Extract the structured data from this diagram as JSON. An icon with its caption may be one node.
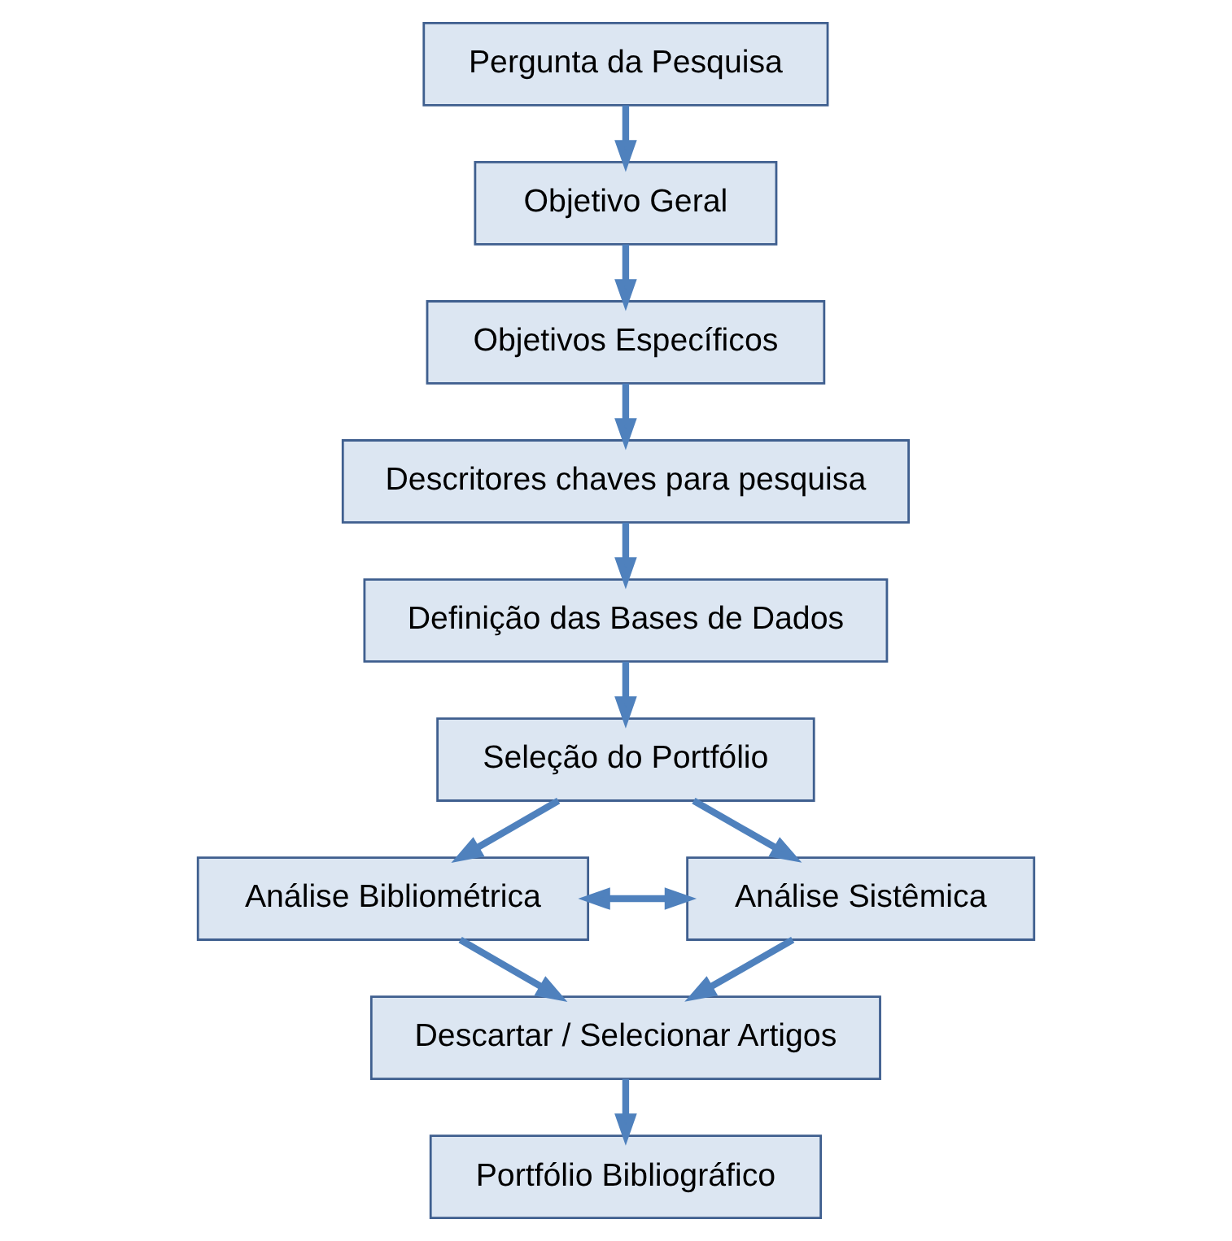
{
  "diagram": {
    "nodes": [
      {
        "text": [
          "Pergunta da Pesquisa"
        ]
      },
      {
        "text": [
          "Objetivo Geral"
        ]
      },
      {
        "text": [
          "Objetivos Específicos"
        ]
      },
      {
        "text": [
          "Descritores chaves para pesquisa"
        ]
      },
      {
        "text": [
          "Definição das Bases de Dados"
        ]
      },
      {
        "text": [
          "Seleção do Portfólio"
        ]
      },
      {
        "text": [
          "Análise Bibliométrica"
        ]
      },
      {
        "text": [
          "Análise Sistêmica"
        ]
      },
      {
        "text": [
          "Descartar / Selecionar Artigos"
        ]
      },
      {
        "text": [
          "Portfólio Bibliográfico"
        ]
      }
    ],
    "edges": [
      {
        "from": 0,
        "to": 1,
        "arrow": "to"
      },
      {
        "from": 1,
        "to": 2,
        "arrow": "to"
      },
      {
        "from": 2,
        "to": 3,
        "arrow": "to"
      },
      {
        "from": 3,
        "to": 4,
        "arrow": "to"
      },
      {
        "from": 4,
        "to": 5,
        "arrow": "to"
      },
      {
        "from": 5,
        "to": 6,
        "arrow": "to"
      },
      {
        "from": 5,
        "to": 7,
        "arrow": "to"
      },
      {
        "from": 6,
        "to": 7,
        "arrow": "both"
      },
      {
        "from": 6,
        "to": 8,
        "arrow": "to"
      },
      {
        "from": 7,
        "to": 8,
        "arrow": "to"
      },
      {
        "from": 8,
        "to": 9,
        "arrow": "to"
      }
    ]
  }
}
